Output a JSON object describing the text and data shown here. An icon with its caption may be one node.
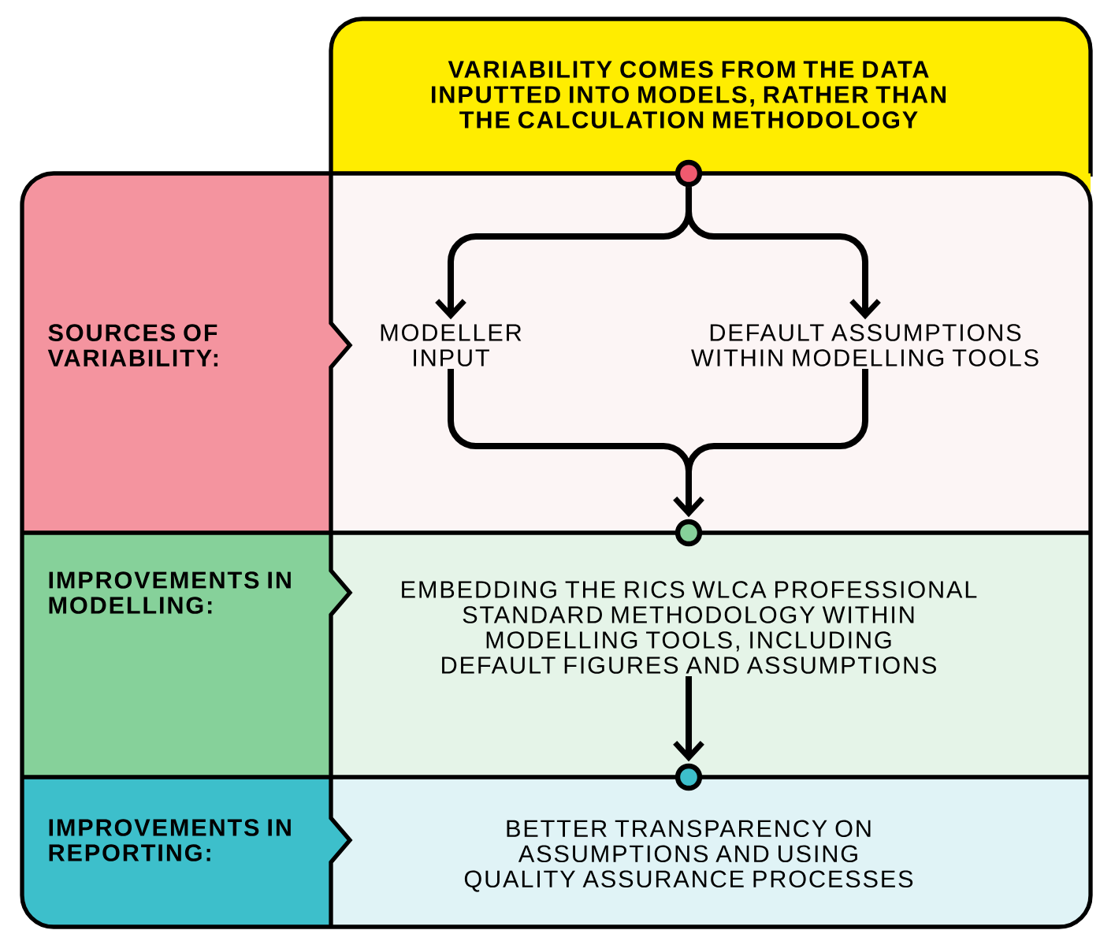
{
  "diagram": {
    "nodes": [
      {
        "text": [
          "VARIABILITY COMES FROM THE DATA INPUTTED INTO MODELS, RATHER THAN THE CALCULATION METHODOLOGY"
        ]
      },
      {
        "text": [],
        "shape": "circle"
      },
      {
        "text": [
          "SOURCES OF VARIABILITY:"
        ]
      },
      {
        "text": [],
        "shape": "box"
      },
      {
        "text": [
          "MODELLER INPUT"
        ],
        "in": 3
      },
      {
        "text": [
          "DEFAULT ASSUMPTIONS WITHIN MODELLING TOOLS"
        ],
        "in": 3
      },
      {
        "text": [],
        "shape": "circle"
      },
      {
        "text": [
          "IMPROVEMENTS IN MODELLING:"
        ]
      },
      {
        "text": [],
        "shape": "box"
      },
      {
        "text": [
          "EMBEDDING THE RICS WLCA PROFESSIONAL STANDARD METHODOLOGY WITHIN MODELLING TOOLS, INCLUDING DEFAULT FIGURES AND ASSUMPTIONS"
        ],
        "in": 8
      },
      {
        "text": [],
        "shape": "circle"
      },
      {
        "text": [
          "IMPROVEMENTS IN REPORTING:"
        ]
      },
      {
        "text": [],
        "shape": "box"
      },
      {
        "text": [
          "BETTER TRANSPARENCY ON ASSUMPTIONS AND USING QUALITY ASSURANCE PROCESSES"
        ],
        "in": 12
      }
    ],
    "edges": [
      {
        "from": 1,
        "to": 4,
        "arrow": "to"
      },
      {
        "from": 1,
        "to": 5,
        "arrow": "to"
      },
      {
        "from": 4,
        "to": 6,
        "arrow": "to"
      },
      {
        "from": 5,
        "to": 6,
        "arrow": "to"
      },
      {
        "from": 9,
        "to": 10,
        "arrow": "to"
      }
    ]
  }
}
